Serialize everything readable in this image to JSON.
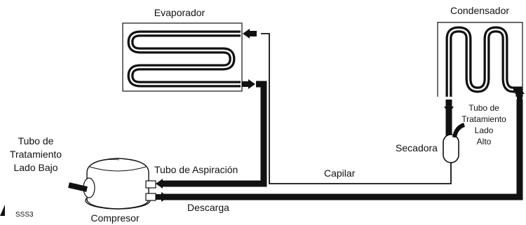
{
  "labels": {
    "evaporador": "Evaporador",
    "condensador": "Condensador",
    "tubo_alto": [
      "Tubo de",
      "Tratamiento",
      "Lado",
      "Alto"
    ],
    "secadora": "Secadora",
    "tubo_bajo": [
      "Tubo de",
      "Tratamiento",
      "Lado Bajo"
    ],
    "tubo_aspiracion": "Tubo de Aspiración",
    "capilar": "Capilar",
    "descarga": "Descarga",
    "compresor": "Compresor",
    "code": "SSS3"
  }
}
